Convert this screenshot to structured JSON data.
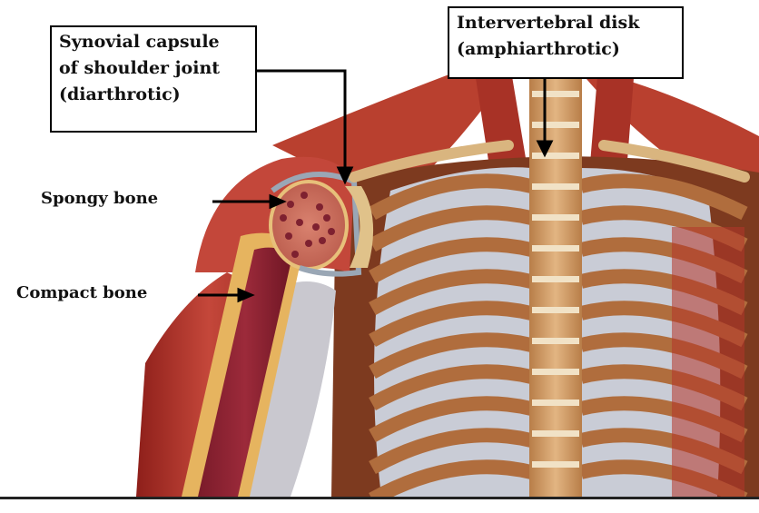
{
  "labels": {
    "synovial_capsule": [
      "Synovial capsule",
      "of shoulder joint",
      "(diarthrotic)"
    ],
    "intervertebral_disk": [
      "Intervertebral disk",
      "(amphiarthrotic)"
    ],
    "spongy_bone": "Spongy bone",
    "compact_bone": "Compact bone"
  },
  "colors": {
    "background": "#ffffff",
    "muscle_red": "#b8342c",
    "bone_tan": "#d7a36a",
    "rib_brown": "#a9673a",
    "pleura_gray": "#cfd3dc",
    "leader_line": "#000000"
  }
}
